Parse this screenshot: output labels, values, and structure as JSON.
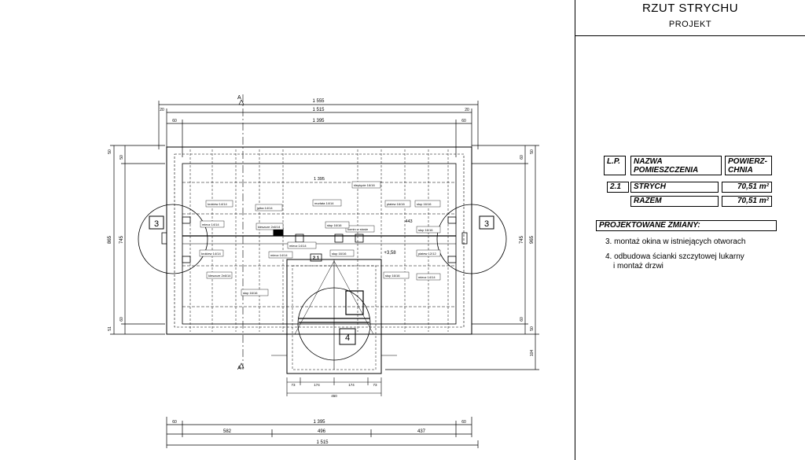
{
  "title": {
    "main": "RZUT STRYCHU",
    "sub": "PROJEKT"
  },
  "room_table": {
    "headers": {
      "lp": "L.P.",
      "name": "NAZWA POMIESZCZENIA",
      "area": "POWIERZ- CHNIA"
    },
    "rows": [
      {
        "lp": "2.1",
        "name": "STRYCH",
        "area": "70,51 m²"
      }
    ],
    "total": {
      "name": "RAZEM",
      "area": "70,51 m²"
    }
  },
  "changes": {
    "heading": "PROJEKTOWANE ZMIANY:",
    "items": [
      "3. montaż okina w istniejących otworach",
      "4. odbudowa ścianki szczytowej lukarny",
      "i  montaż drzwi"
    ]
  },
  "plan": {
    "dims_top": [
      "1 555",
      "1 515",
      "1 395"
    ],
    "dims_top_small": [
      "20",
      "20",
      "60",
      "60"
    ],
    "dims_left": [
      "865",
      "745",
      "50",
      "50",
      "51",
      "60"
    ],
    "dims_right": [
      "965",
      "745",
      "60",
      "60",
      "50",
      "50",
      "104"
    ],
    "dims_bottom": [
      "60",
      "1 395",
      "60",
      "582",
      "496",
      "437",
      "1 515"
    ],
    "dims_lukarna": [
      "73",
      "174",
      "174",
      "73",
      "450"
    ],
    "inner_dim": "1 395",
    "inner_dim2": "443",
    "level": "+3,58",
    "room_tag": "2.1",
    "section_marks": [
      "A",
      "A"
    ],
    "detail_marks": [
      "3",
      "3",
      "4"
    ],
    "labels": [
      "ślepięcie 16/16",
      "krokiew 14/14",
      "jętka 14/14",
      "murłata 14/14",
      "płatew 16/16",
      "słup 16/16",
      "miecz 14/14",
      "kleszcze 2x6/14",
      "komin w stosie",
      "słup 16/16",
      "słup 16/16",
      "miecz 14/14",
      "krokiew 14/14",
      "miecz 14/14",
      "słup 16/16",
      "płatew 12/12",
      "kleszcze 2x6/14",
      "słup 16/16",
      "miecz 14/14",
      "słup 16/16"
    ]
  }
}
